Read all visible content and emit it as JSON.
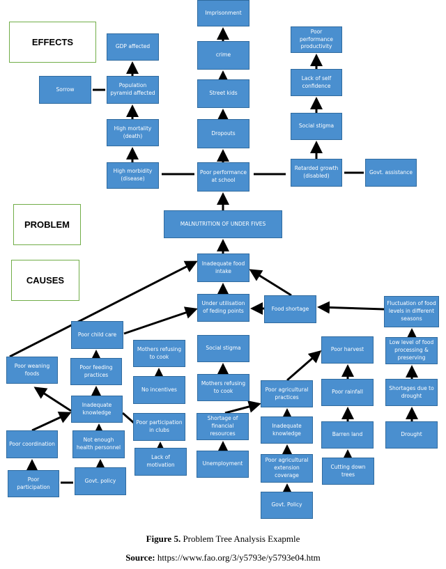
{
  "sections": {
    "effects": "EFFECTS",
    "problem": "PROBLEM",
    "causes": "CAUSES"
  },
  "nodes": {
    "imprisonment": "Imprisonment",
    "crime": "crime",
    "street_kids": "Street kids",
    "dropouts": "Dropouts",
    "poor_performance_school": "Poor performance at school",
    "gdp_affected": "GDP affected",
    "population_pyramid": "Population pyramid affected",
    "sorrow": "Sorrow",
    "high_mortality": "High mortality (death)",
    "high_morbidity": "High morbidity (disease)",
    "poor_performance_productivity": "Poor performance productivity",
    "lack_self_confidence": "Lack of self confidence",
    "social_stigma_effect": "Social stigma",
    "retarded_growth": "Retarded growth (disabled)",
    "govt_assistance": "Govt. assistance",
    "malnutrition": "MALNUTRITION OF UNDER FIVES",
    "inadequate_food_intake": "Inadequate food intake",
    "under_utilisation": "Under utilisation of feding points",
    "food_shortage": "Food shortage",
    "fluctuation_food_levels": "Fluctuation of food levels in different seasons",
    "poor_child_care": "Poor child care",
    "social_stigma_cause": "Social stigma",
    "mothers_refusing_cook_1": "Mothers refusing to cook",
    "mothers_refusing_cook_2": "Mothers refusing to cook",
    "low_food_processing": "Low level of food processing & preserving",
    "poor_harvest": "Poor harvest",
    "poor_weaning_foods": "Poor weaning foods",
    "poor_feeding_practices": "Poor feeding practices",
    "no_incentives": "No incentives",
    "poor_agricultural_practices": "Poor agricultural practices",
    "poor_rainfall": "Poor rainfall",
    "shortages_drought": "Shortages due to drought",
    "inadequate_knowledge_left": "Inadequate knowledge",
    "poor_participation_clubs": "Poor participation in clubs",
    "shortage_financial": "Shortage of financial resources",
    "inadequate_knowledge_mid": "Inadequate knowledge",
    "barren_land": "Barren land",
    "drought": "Drought",
    "poor_coordination": "Poor coordination",
    "not_enough_health": "Not enough health personnel",
    "lack_motivation": "Lack of motivation",
    "unemployment": "Unemployment",
    "poor_agri_extension": "Poor agricultural extension coverage",
    "cutting_trees": "Cutting down trees",
    "poor_participation": "Poor participation",
    "govt_policy_left": "Govt. policy",
    "govt_policy_mid": "Govt. Policy"
  },
  "caption": {
    "label": "Figure 5.",
    "text": " Problem Tree Analysis Exapmle"
  },
  "source": {
    "label": "Source:",
    "text": " https://www.fao.org/3/y5793e/y5793e04.htm"
  }
}
